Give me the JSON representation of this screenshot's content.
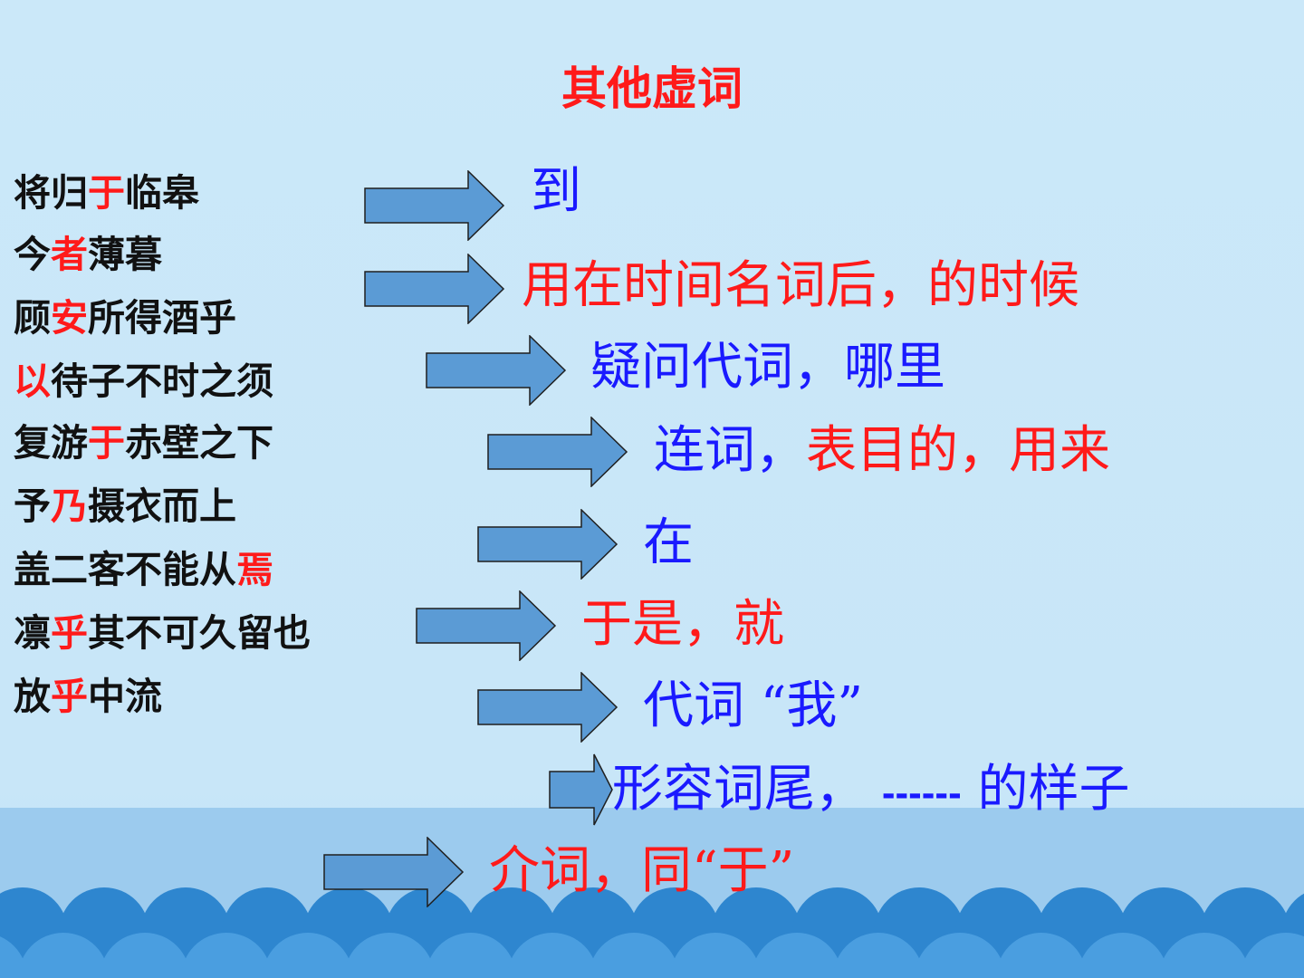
{
  "title": "其他虚词",
  "colors": {
    "red": "#ff1a1a",
    "blue": "#1a1aff",
    "arrow_fill": "#5b9bd5",
    "arrow_stroke": "#1f1f1f",
    "wave_dark": "#2e86cf",
    "wave_light": "#4a9ee0"
  },
  "sentences": [
    {
      "pre": "将归",
      "hl": "于",
      "post": "临皋"
    },
    {
      "pre": "今",
      "hl": "者",
      "post": "薄暮"
    },
    {
      "pre": "顾",
      "hl": "安",
      "post": "所得酒乎"
    },
    {
      "pre": "",
      "hl": "以",
      "post": "待子不时之须"
    },
    {
      "pre": "复游",
      "hl": "于",
      "post": "赤壁之下"
    },
    {
      "pre": "予",
      "hl": "乃",
      "post": "摄衣而上"
    },
    {
      "pre": "盖二客不能从",
      "hl": "焉",
      "post": ""
    },
    {
      "pre": "凛",
      "hl": "乎",
      "post": "其不可久留也"
    },
    {
      "pre": "放",
      "hl": "乎",
      "post": "中流"
    }
  ],
  "meanings": [
    [
      {
        "text": "到",
        "color": "blue"
      }
    ],
    [
      {
        "text": "用在时间名词后，的时候",
        "color": "red"
      }
    ],
    [
      {
        "text": "疑问代词，哪里",
        "color": "blue"
      }
    ],
    [
      {
        "text": "连词，",
        "color": "blue"
      },
      {
        "text": "表目的，用来",
        "color": "red"
      }
    ],
    [
      {
        "text": "在",
        "color": "blue"
      }
    ],
    [
      {
        "text": "于是，就",
        "color": "red"
      }
    ],
    [
      {
        "text": "代词 “我”",
        "color": "blue"
      }
    ],
    [
      {
        "text": "形容词尾， ",
        "color": "blue"
      },
      {
        "text": "------",
        "color": "blue",
        "bold": true
      },
      {
        "text": " 的样子",
        "color": "blue"
      }
    ],
    [
      {
        "text": "介词，同“于”",
        "color": "red"
      }
    ]
  ],
  "arrows_icon": "right-arrow-icon"
}
